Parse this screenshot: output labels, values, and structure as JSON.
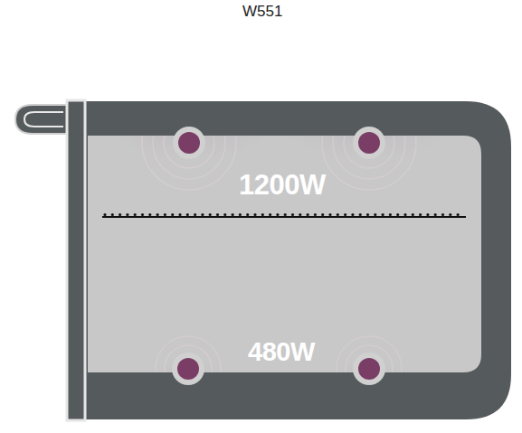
{
  "diagram": {
    "title": "W551",
    "labels": [
      "1200W",
      "480W"
    ]
  }
}
